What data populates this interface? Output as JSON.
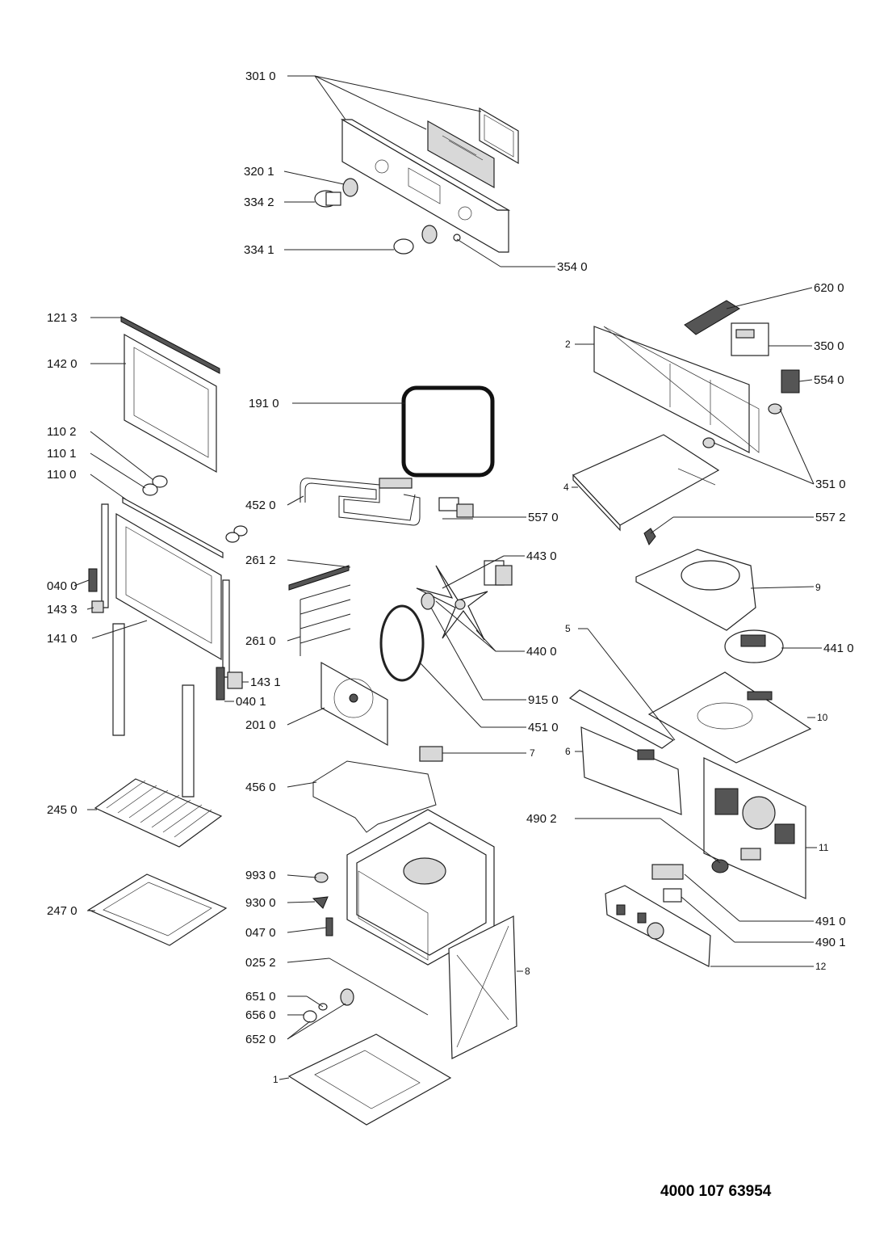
{
  "document_number": "4000 107 63954",
  "callouts": {
    "c3010": "301 0",
    "c3201": "320 1",
    "c3342": "334 2",
    "c3341": "334 1",
    "c3540": "354 0",
    "c6200": "620 0",
    "c3500": "350 0",
    "c5540": "554 0",
    "c3510": "351 0",
    "c2": "2",
    "c4": "4",
    "c1213": "121 3",
    "c1420": "142 0",
    "c1910": "191 0",
    "c1102": "110 2",
    "c1101": "110 1",
    "c1100": "110 0",
    "c4520": "452 0",
    "c5570": "557 0",
    "c5572": "557 2",
    "c4430": "443 0",
    "c9": "9",
    "c2612": "261 2",
    "c0400": "040 0",
    "c1433": "143 3",
    "c1410": "141 0",
    "c2610": "261 0",
    "c4410": "441 0",
    "c5": "5",
    "c4400": "440 0",
    "c1431": "143 1",
    "c0401": "040 1",
    "c9150": "915 0",
    "c2010": "201 0",
    "c4510": "451 0",
    "c10": "10",
    "c6": "6",
    "c7": "7",
    "c4560": "456 0",
    "c2450": "245 0",
    "c4902": "490 2",
    "c11": "11",
    "c9930": "993 0",
    "c9300": "930 0",
    "c2470": "247 0",
    "c0470": "047 0",
    "c4910": "491 0",
    "c4901": "490 1",
    "c0252": "025 2",
    "c8": "8",
    "c12": "12",
    "c6510": "651 0",
    "c6560": "656 0",
    "c6520": "652 0",
    "c1": "1"
  }
}
